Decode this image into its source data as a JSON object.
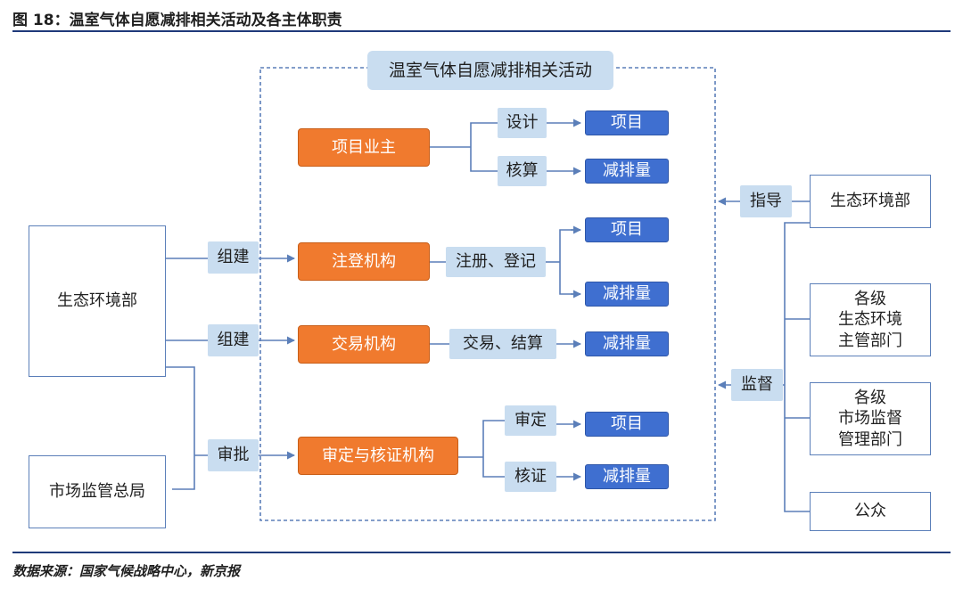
{
  "figure": {
    "title": "图 18：温室气体自愿减排相关活动及各主体职责",
    "source": "数据来源：国家气候战略中心，新京报"
  },
  "activity_label": "温室气体自愿减排相关活动",
  "left": {
    "mee": "生态环境部",
    "samr": "市场监管总局",
    "build1": "组建",
    "build2": "组建",
    "approve": "审批"
  },
  "entities": {
    "owner": "项目业主",
    "registry": "注登机构",
    "exchange": "交易机构",
    "verifier": "审定与核证机构"
  },
  "actions": {
    "design": "设计",
    "calc": "核算",
    "register": "注册、登记",
    "trade": "交易、结算",
    "validate": "审定",
    "verify": "核证"
  },
  "outputs": {
    "project1": "项目",
    "reduction1": "减排量",
    "project2": "项目",
    "reduction2": "减排量",
    "reduction3": "减排量",
    "project3": "项目",
    "reduction4": "减排量"
  },
  "right": {
    "guide": "指导",
    "supervise": "监督",
    "mee": "生态环境部",
    "local_env": "各级\n生态环境\n主管部门",
    "local_market": "各级\n市场监督\n管理部门",
    "public": "公众"
  },
  "colors": {
    "accent_orange": "#f07a2e",
    "output_blue": "#3f6fd0",
    "label_blue": "#c9ddf0",
    "line_blue": "#5b7fb9",
    "rule_navy": "#1f3a7a"
  }
}
